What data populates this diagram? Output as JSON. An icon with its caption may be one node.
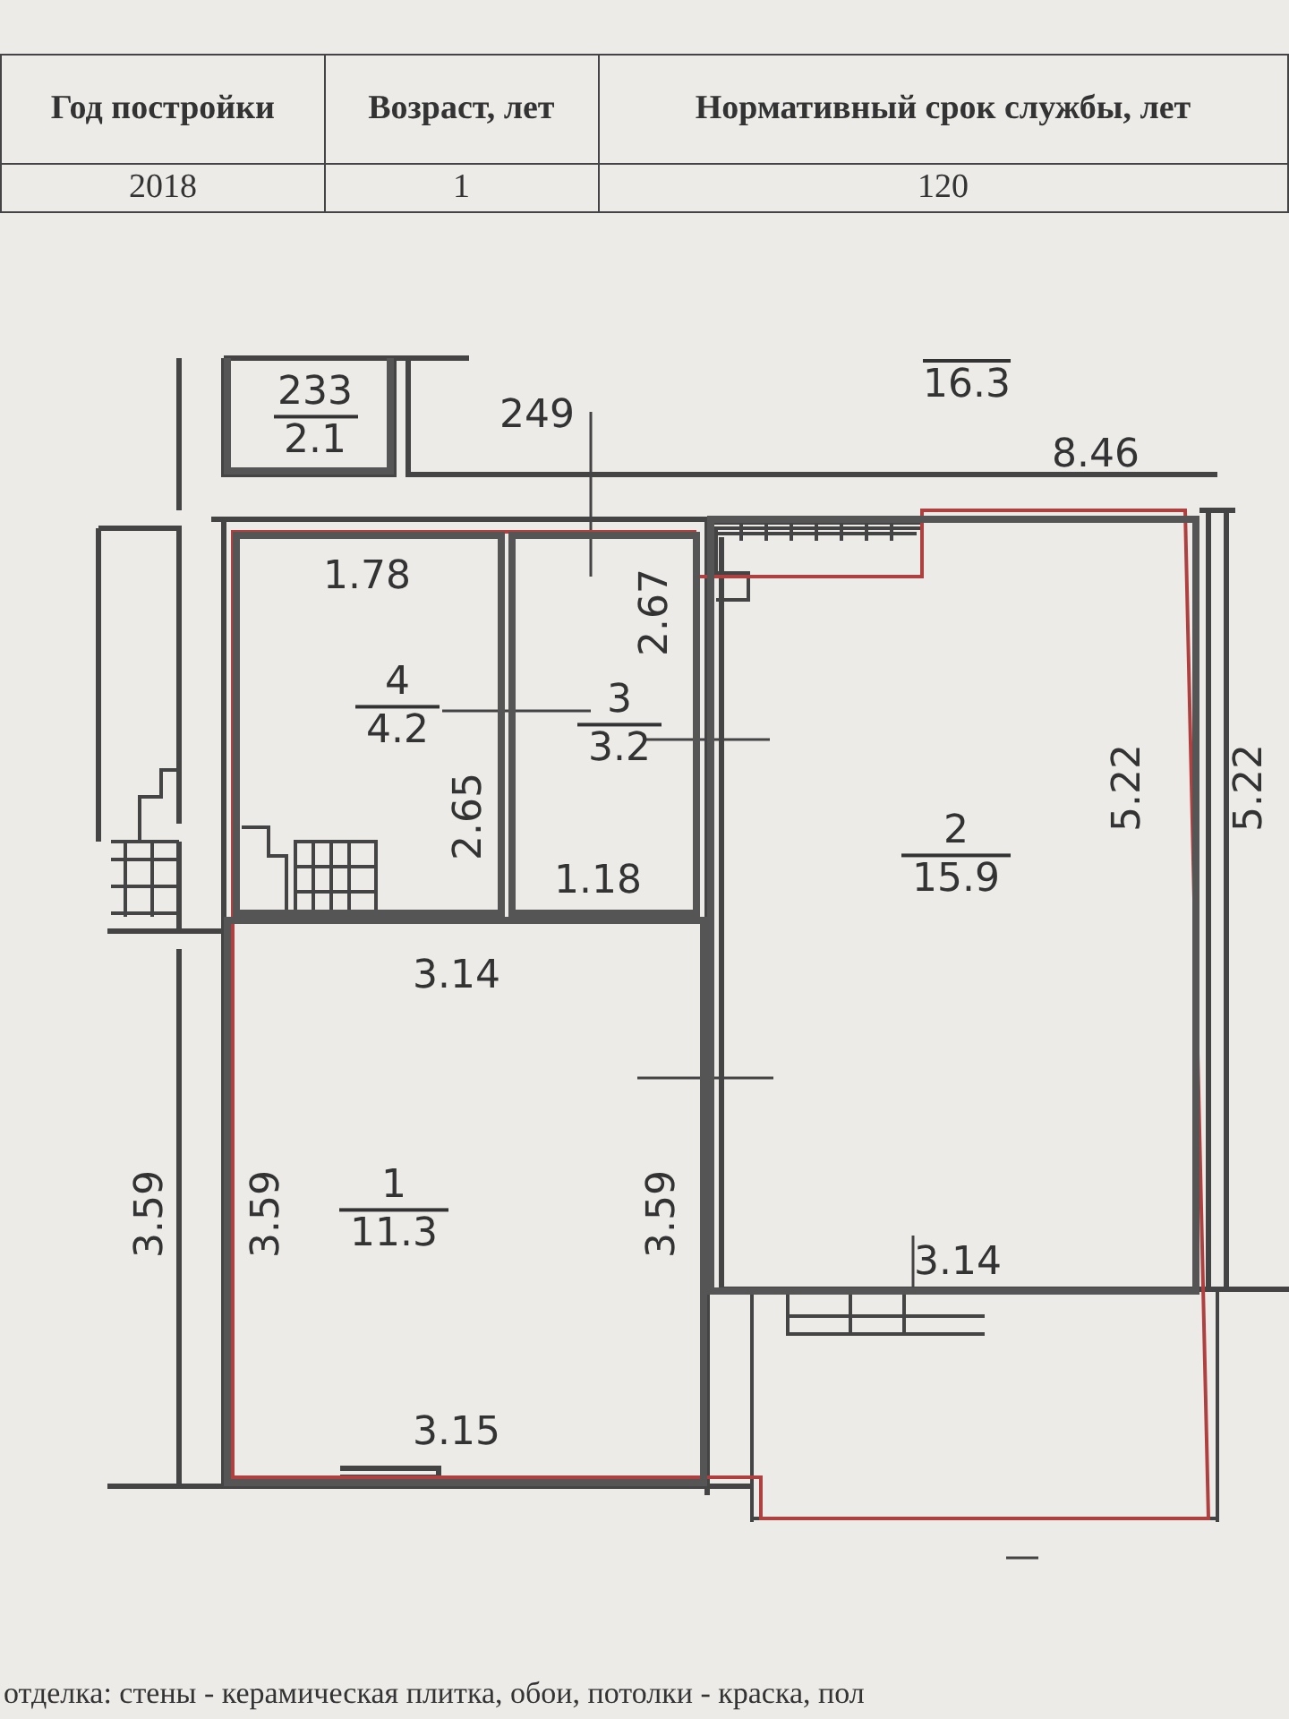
{
  "diagram": {
    "nodes": [
      {
        "text": [
          "233",
          "2.1"
        ]
      },
      {
        "text": [
          "4",
          "4.2"
        ]
      },
      {
        "text": [
          "3",
          "3.2"
        ]
      },
      {
        "text": [
          "2",
          "15.9"
        ]
      },
      {
        "text": [
          "1",
          "11.3"
        ]
      }
    ],
    "labels": [
      "Год постройки",
      "Возраст, лет",
      "Нормативный срок службы, лет",
      "2018",
      "1",
      "120",
      "16.3",
      "249",
      "8.46",
      "1.78",
      "2.67",
      "2.65",
      "1.18",
      "3.14",
      "5.22",
      "5.22",
      "3.59",
      "3.59",
      "3.59",
      "3.14",
      "3.15",
      "отделка: стены - керамическая плитка, обои, потолки - краска, пол"
    ]
  }
}
